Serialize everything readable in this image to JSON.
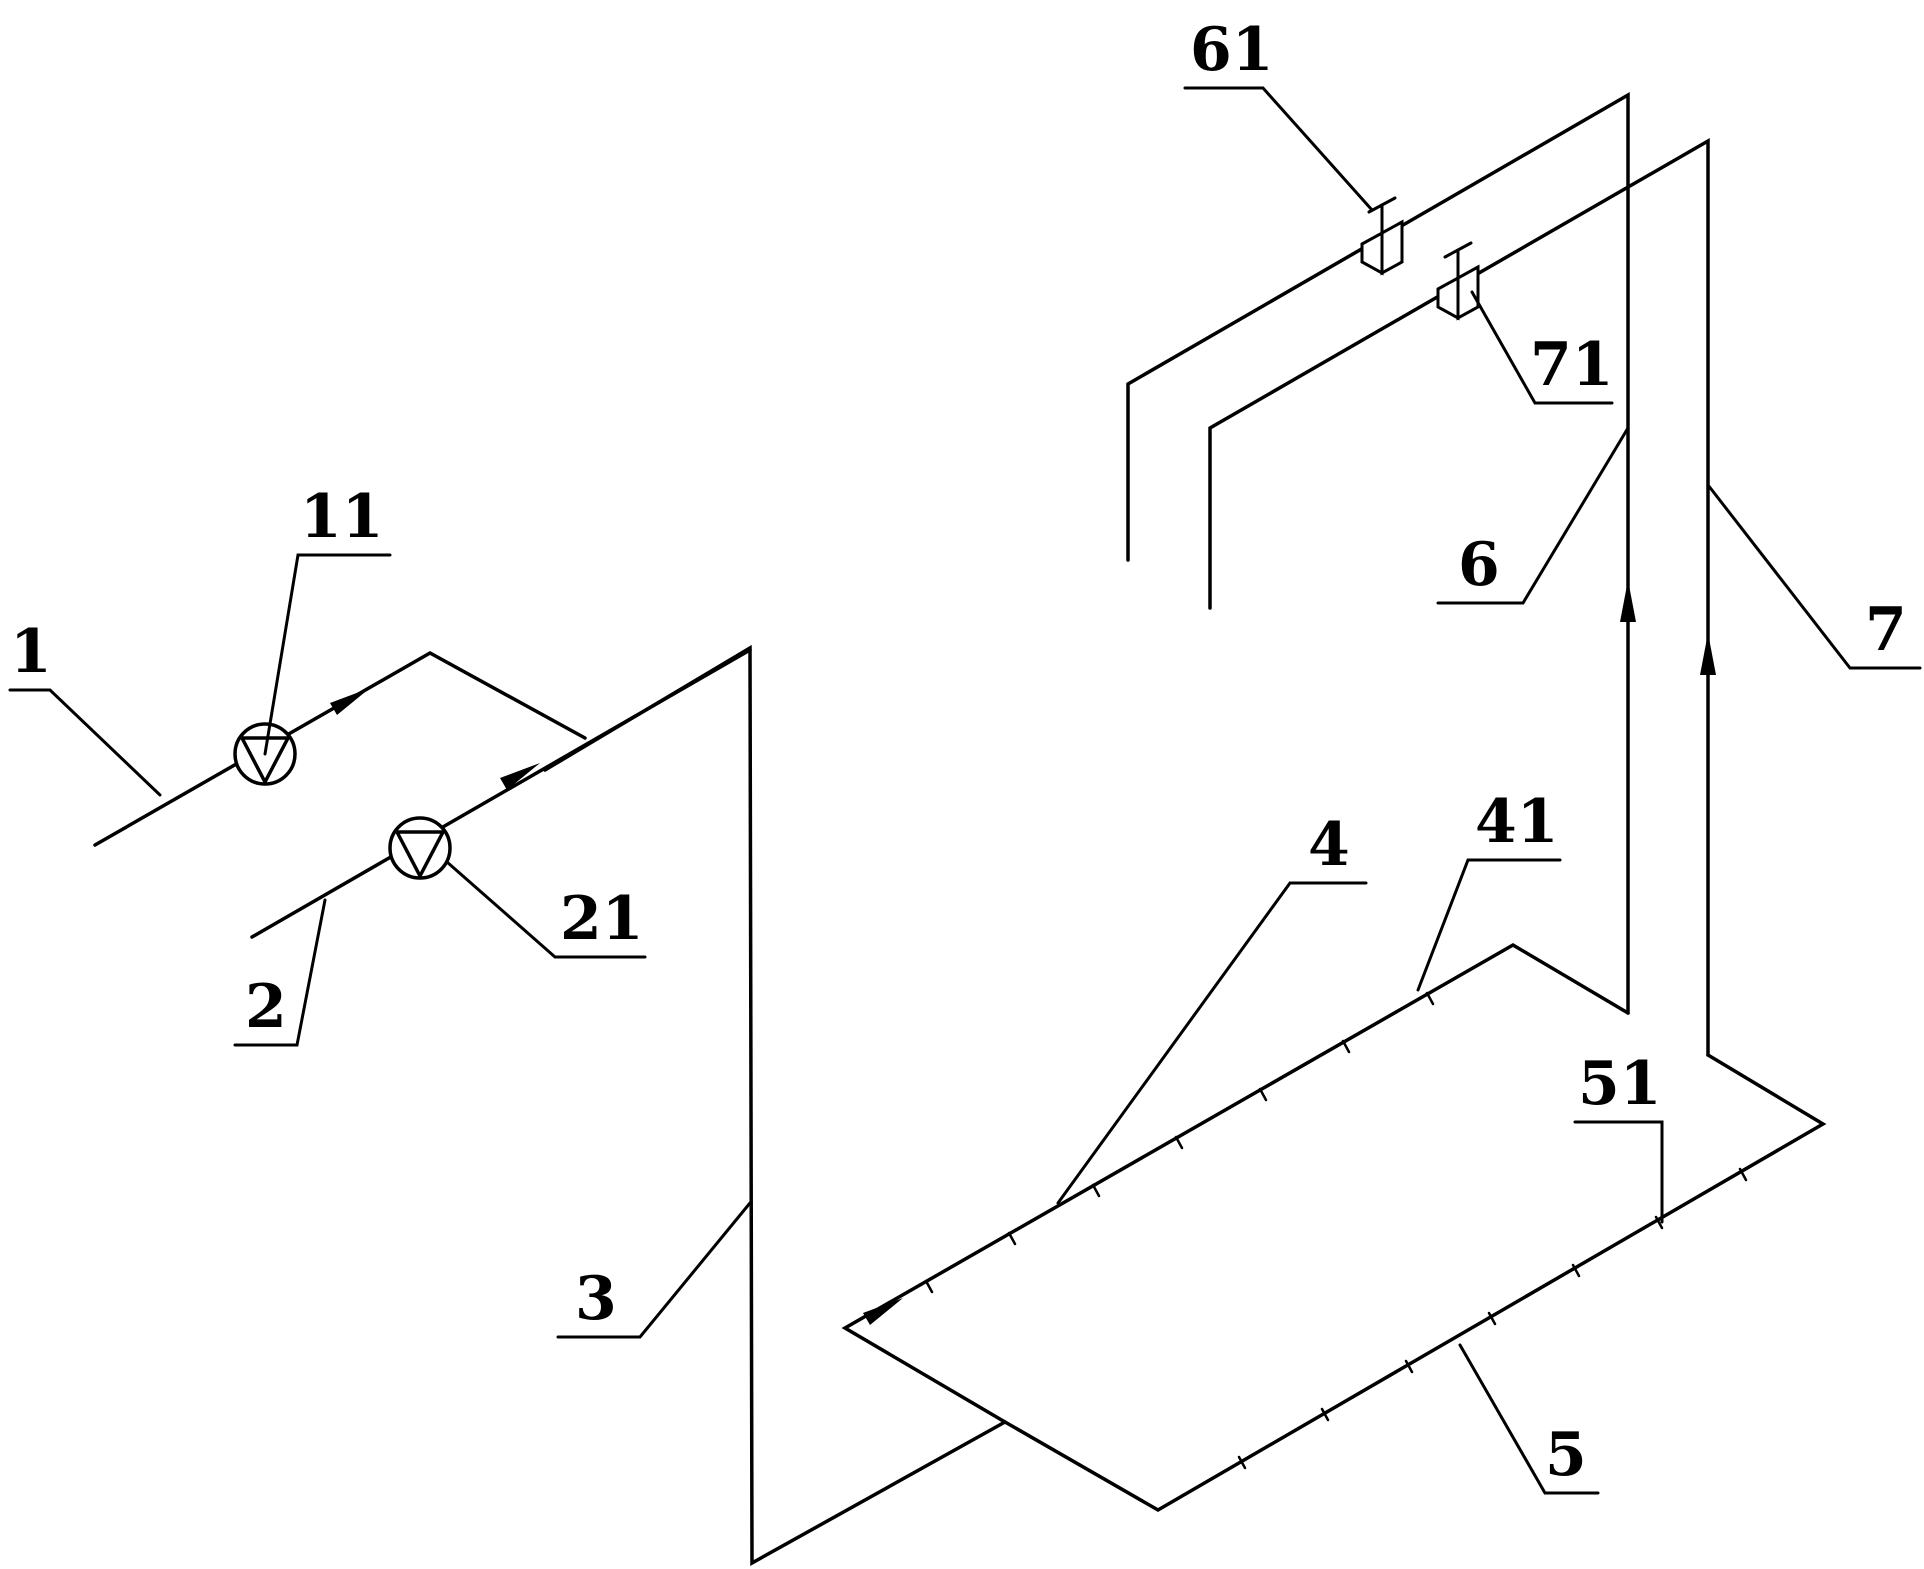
{
  "labels": {
    "l1": "1",
    "l11": "11",
    "l2": "2",
    "l21": "21",
    "l3": "3",
    "l4": "4",
    "l41": "41",
    "l5": "5",
    "l51": "51",
    "l6": "6",
    "l61": "61",
    "l7": "7",
    "l71": "71"
  }
}
